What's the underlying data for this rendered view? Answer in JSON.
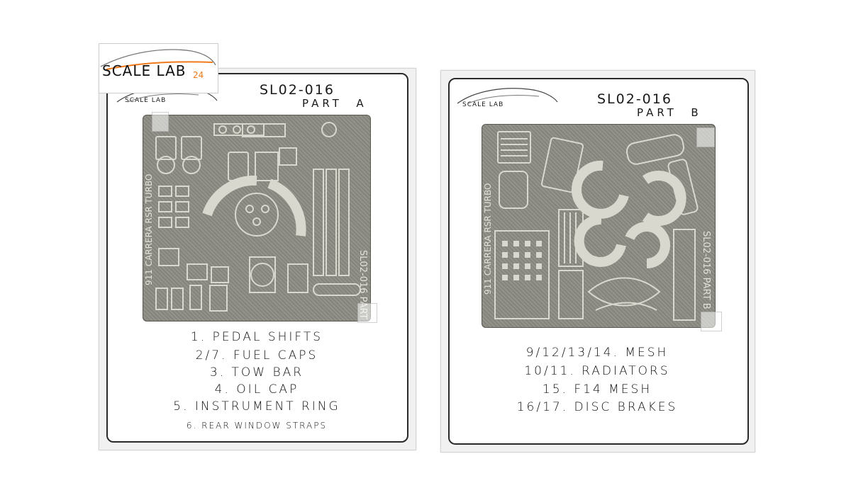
{
  "logo": {
    "brand": "SCALE LAB",
    "number": "24"
  },
  "card_a": {
    "brand": "SCALE LAB",
    "code": "SL02-016",
    "part": "PART  A",
    "items": [
      "1. PEDAL SHIFTS",
      "2/7. FUEL CAPS",
      "3. TOW BAR",
      "4. OIL CAP",
      "5. INSTRUMENT RING",
      "6. REAR WINDOW STRAPS"
    ]
  },
  "card_b": {
    "brand": "SCALE LAB",
    "code": "SL02-016",
    "part": "PART  B",
    "items": [
      "9/12/13/14. MESH",
      "10/11. RADIATORS",
      "15. F14 MESH",
      "16/17. DISC BRAKES"
    ]
  },
  "colors": {
    "sheet_metal": "#8c8c84",
    "logo_accent": "#f07a1a",
    "ink": "#111111"
  }
}
